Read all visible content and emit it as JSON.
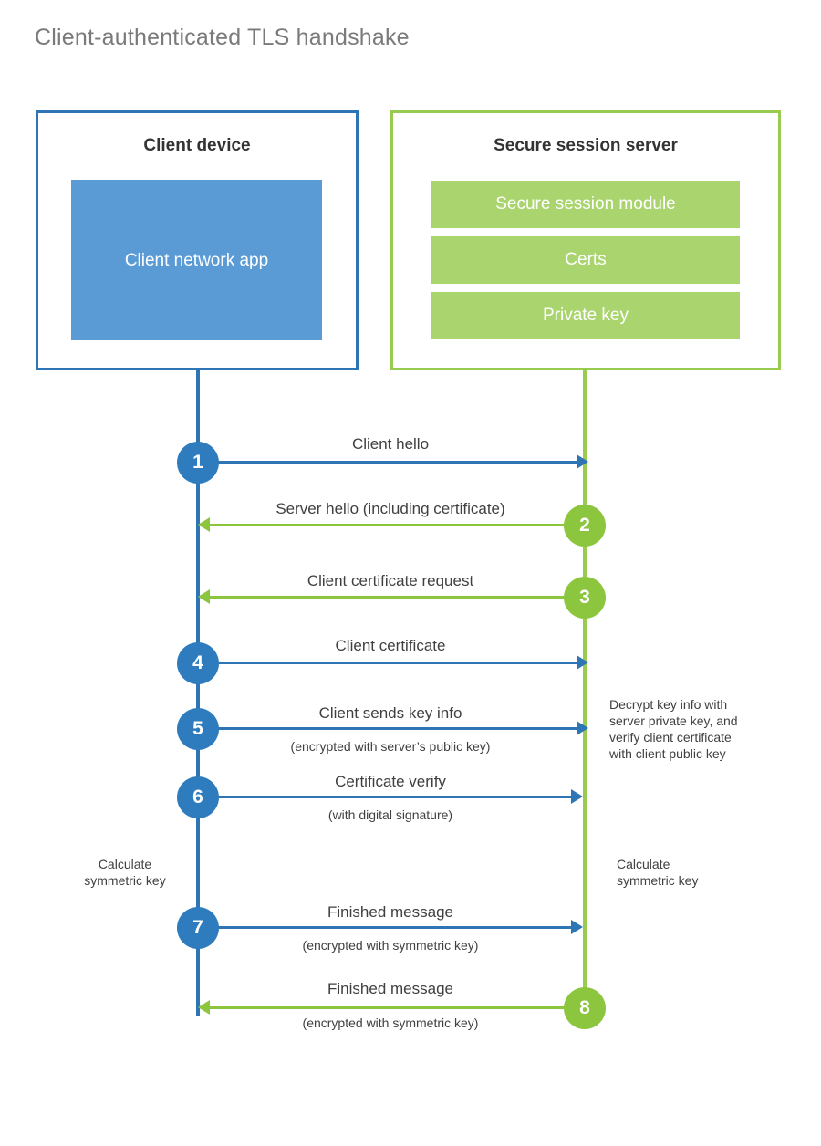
{
  "title": "Client-authenticated TLS handshake",
  "colors": {
    "client_border": "#2e75b6",
    "client_fill": "#5b9bd5",
    "server_border": "#9acb51",
    "server_fill": "#a9d46e",
    "client_arrow": "#2e75b6",
    "server_arrow": "#8cc63e",
    "text": "#404040",
    "title_text": "#7a7a7a",
    "background": "#ffffff"
  },
  "actors": {
    "client": {
      "title": "Client device",
      "app_label": "Client network app"
    },
    "server": {
      "title": "Secure session server",
      "modules": [
        {
          "label": "Secure session module"
        },
        {
          "label": "Certs"
        },
        {
          "label": "Private key"
        }
      ]
    }
  },
  "messages": [
    {
      "step": "1",
      "label": "Client hello",
      "sublabel": "",
      "direction": "client-to-server",
      "color": "blue"
    },
    {
      "step": "2",
      "label": "Server hello (including certificate)",
      "sublabel": "",
      "direction": "server-to-client",
      "color": "green"
    },
    {
      "step": "3",
      "label": "Client certificate request",
      "sublabel": "",
      "direction": "server-to-client",
      "color": "green"
    },
    {
      "step": "4",
      "label": "Client certificate",
      "sublabel": "",
      "direction": "client-to-server",
      "color": "blue"
    },
    {
      "step": "5",
      "label": "Client sends key info",
      "sublabel": "(encrypted with server’s public key)",
      "direction": "client-to-server",
      "color": "blue"
    },
    {
      "step": "6",
      "label": "Certificate verify",
      "sublabel": "(with digital signature)",
      "direction": "client-to-server",
      "color": "blue"
    },
    {
      "step": "7",
      "label": "Finished message",
      "sublabel": "(encrypted with symmetric key)",
      "direction": "client-to-server",
      "color": "blue"
    },
    {
      "step": "8",
      "label": "Finished message",
      "sublabel": "(encrypted with symmetric key)",
      "direction": "server-to-client",
      "color": "green"
    }
  ],
  "notes": {
    "server_decrypt": "Decrypt key info with server private key, and verify client certificate with client public key",
    "server_decrypt_lines": [
      "Decrypt key info with",
      "server private key, and",
      "verify client certificate",
      "with client public key"
    ],
    "client_calculate_lines": [
      "Calculate",
      "symmetric key"
    ],
    "server_calculate_lines": [
      "Calculate",
      "symmetric key"
    ],
    "client_calculate": "Calculate symmetric key",
    "server_calculate": "Calculate symmetric key"
  }
}
